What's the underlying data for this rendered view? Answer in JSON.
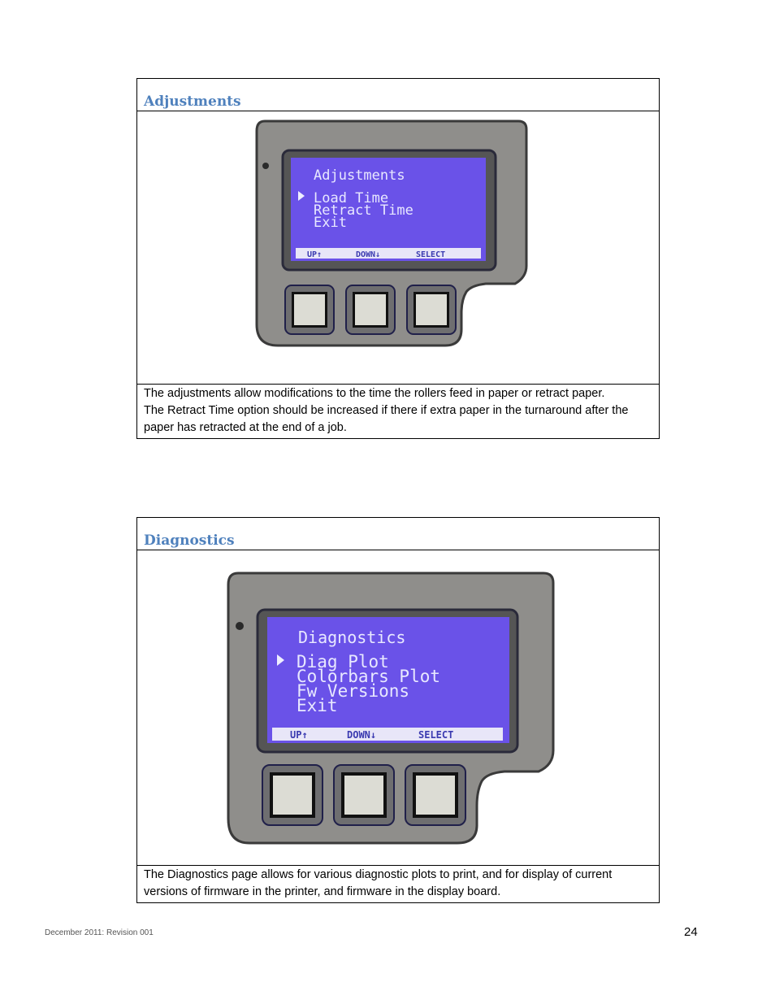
{
  "sections": [
    {
      "title": "Adjustments",
      "screen": {
        "heading": "Adjustments",
        "items": [
          "Load Time",
          "Retract Time",
          "Exit"
        ],
        "softkeys": [
          "UP↑",
          "DOWN↓",
          "SELECT"
        ]
      },
      "paragraphs": [
        "The adjustments allow modifications to the time the rollers feed in paper or retract paper.",
        "The Retract Time option should be increased if there if extra paper in the turnaround after the paper has retracted at the end of a job."
      ]
    },
    {
      "title": "Diagnostics",
      "screen": {
        "heading": "Diagnostics",
        "items": [
          "Diag Plot",
          "Colorbars Plot",
          "Fw Versions",
          "Exit"
        ],
        "softkeys": [
          "UP↑",
          "DOWN↓",
          "SELECT"
        ]
      },
      "paragraphs": [
        "The Diagnostics page allows for various diagnostic plots to print, and for display of current versions of firmware in the printer, and firmware in the display board."
      ]
    }
  ],
  "footer": {
    "left": "December 2011: Revision 001",
    "page_number": "24"
  },
  "colors": {
    "heading": "#4f81bd",
    "lcd": "#6a52e8",
    "bezel": "#8a8a88"
  }
}
